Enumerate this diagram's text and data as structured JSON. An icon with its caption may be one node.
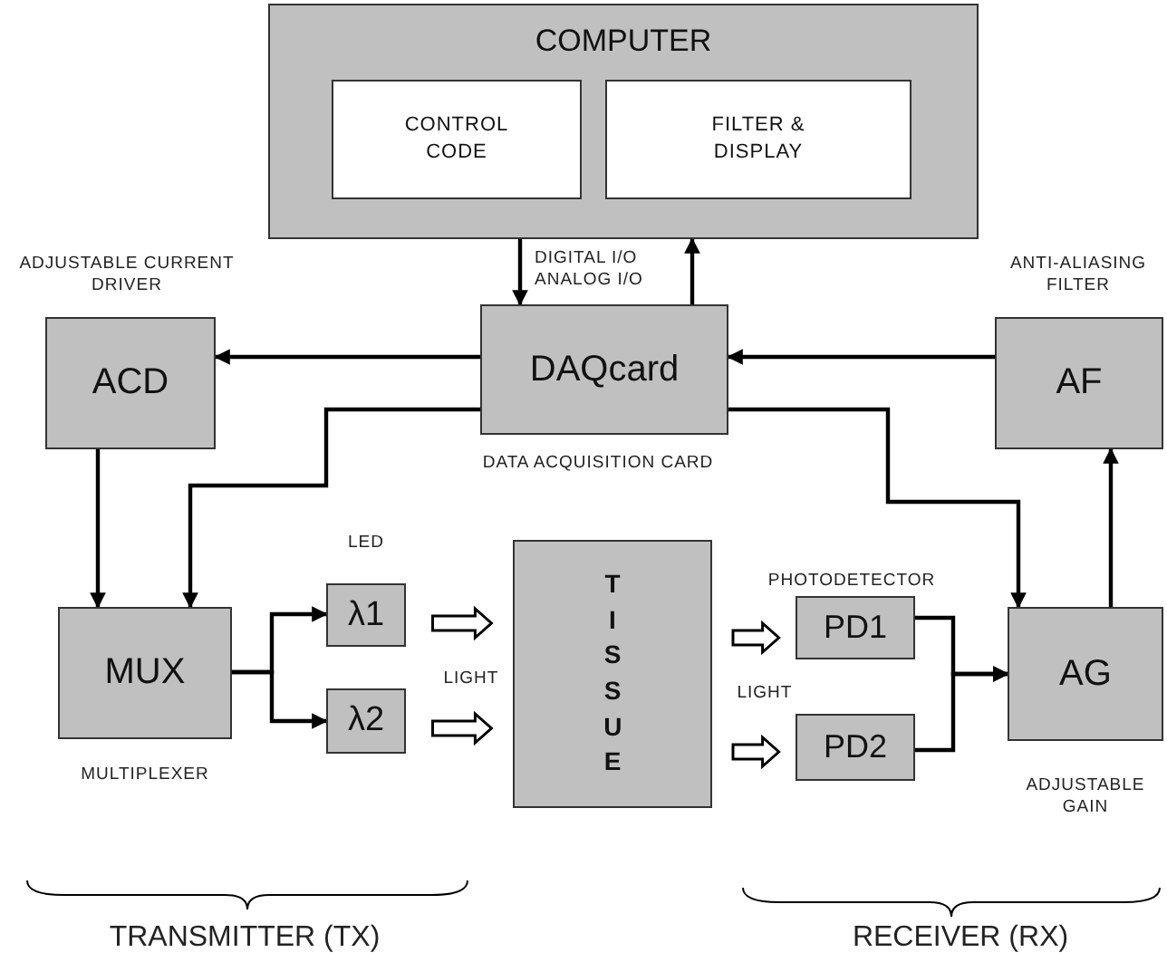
{
  "diagram": {
    "nodes": [
      {
        "text": [
          "COMPUTER"
        ]
      },
      {
        "text": [
          "CONTROL CODE"
        ],
        "in": 0
      },
      {
        "text": [
          "FILTER & DISPLAY"
        ],
        "in": 0
      },
      {
        "text": [
          "ACD"
        ],
        "beside": [
          "ADJUSTABLE CURRENT DRIVER"
        ]
      },
      {
        "text": [
          "DAQcard"
        ],
        "beside": [
          "DATA ACQUISITION CARD"
        ]
      },
      {
        "text": [
          "AF"
        ],
        "beside": [
          "ANTI-ALIASING FILTER"
        ]
      },
      {
        "text": [
          "MUX"
        ],
        "beside": [
          "MULTIPLEXER"
        ]
      },
      {
        "text": [
          "λ1"
        ]
      },
      {
        "text": [
          "λ2"
        ]
      },
      {
        "text": [
          "TISSUE"
        ]
      },
      {
        "text": [
          "PD1"
        ]
      },
      {
        "text": [
          "PD2"
        ]
      },
      {
        "text": [
          "AG"
        ],
        "beside": [
          "ADJUSTABLE GAIN"
        ]
      }
    ],
    "edges": [
      {
        "from": 0,
        "to": 4,
        "arrow": "to"
      },
      {
        "from": 4,
        "to": 0,
        "arrow": "to"
      },
      {
        "from": 4,
        "to": 3,
        "arrow": "to"
      },
      {
        "from": 4,
        "to": 6,
        "arrow": "to"
      },
      {
        "from": 5,
        "to": 4,
        "arrow": "to"
      },
      {
        "from": 4,
        "to": 12,
        "arrow": "to"
      },
      {
        "from": 3,
        "to": 6,
        "arrow": "to"
      },
      {
        "from": 6,
        "to": 7,
        "arrow": "to"
      },
      {
        "from": 6,
        "to": 8,
        "arrow": "to"
      },
      {
        "from": 7,
        "to": 9,
        "arrow": "to",
        "style": "thick"
      },
      {
        "from": 8,
        "to": 9,
        "arrow": "to",
        "style": "thick"
      },
      {
        "from": 9,
        "to": 10,
        "arrow": "to",
        "style": "thick"
      },
      {
        "from": 9,
        "to": 11,
        "arrow": "to",
        "style": "thick"
      },
      {
        "from": 10,
        "to": 12,
        "arrow": "to"
      },
      {
        "from": 11,
        "to": 12,
        "arrow": "to"
      },
      {
        "from": 12,
        "to": 5,
        "arrow": "to"
      }
    ],
    "labels": [
      "DIGITAL I/O ANALOG I/O",
      "LED",
      "LIGHT",
      "PHOTODETECTOR",
      "LIGHT",
      "TRANSMITTER (TX)",
      "RECEIVER (RX)"
    ]
  }
}
